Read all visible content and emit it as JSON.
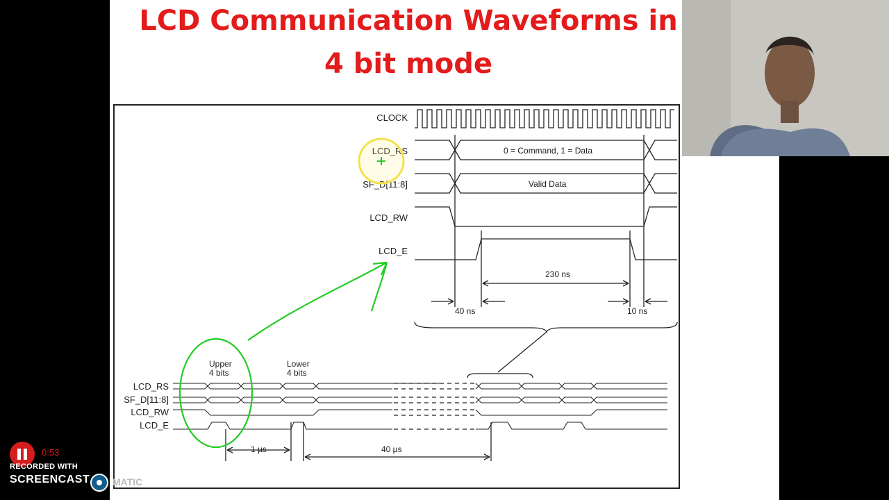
{
  "slide": {
    "title_line1": "LCD Communication Waveforms in",
    "title_line2": "4 bit mode"
  },
  "upper_diagram": {
    "signals": [
      "CLOCK",
      "LCD_RS",
      "SF_D[11:8]",
      "LCD_RW",
      "LCD_E"
    ],
    "rs_label": "0 = Command, 1 = Data",
    "data_label": "Valid Data",
    "pulse_width": "230 ns",
    "setup_time": "40 ns",
    "hold_time": "10 ns"
  },
  "lower_diagram": {
    "signals": [
      "LCD_RS",
      "SF_D[11:8]",
      "LCD_RW",
      "LCD_E"
    ],
    "upper_label_1": "Upper",
    "upper_label_2": "4 bits",
    "lower_label_1": "Lower",
    "lower_label_2": "4 bits",
    "gap_1": "1 µs",
    "gap_2": "40 µs"
  },
  "recorder": {
    "time": "0:53",
    "recorded_with": "RECORDED WITH",
    "brand": "SCREENCAST",
    "brand_suffix": "MATIC"
  },
  "colors": {
    "title": "#e31b1b",
    "annotation_green": "#22cc22",
    "cursor_highlight": "#f2e24a"
  }
}
